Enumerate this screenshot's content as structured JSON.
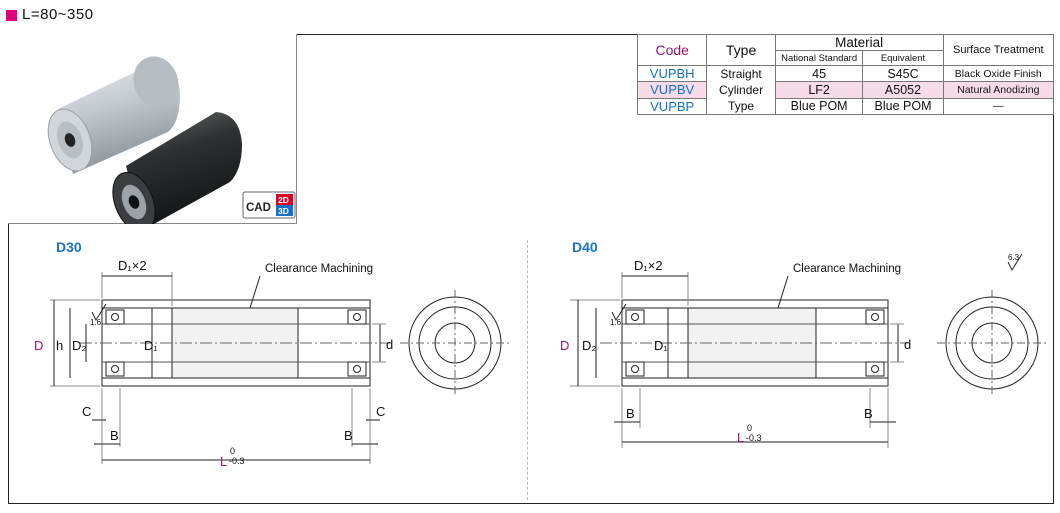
{
  "header": {
    "title": "L=80~350"
  },
  "cad_badge": {
    "cad": "CAD",
    "two_d": "2D",
    "three_d": "3D"
  },
  "table": {
    "headers": {
      "code": "Code",
      "type": "Type",
      "material": "Material",
      "national_standard": "National Standard",
      "equivalent": "Equivalent",
      "surface_treatment": "Surface Treatment"
    },
    "type_value_line1": "Straight",
    "type_value_line2": "Cylinder Type",
    "rows": [
      {
        "code": "VUPBH",
        "national": "45",
        "equivalent": "S45C",
        "surface": "Black Oxide Finish"
      },
      {
        "code": "VUPBV",
        "national": "LF2",
        "equivalent": "A5052",
        "surface": "Natural Anodizing"
      },
      {
        "code": "VUPBP",
        "national": "Blue POM",
        "equivalent": "Blue POM",
        "surface": "—"
      }
    ]
  },
  "drawing_d30": {
    "label": "D30",
    "d1x2": "D₁×2",
    "clearance": "Clearance Machining",
    "roughness": "1.6",
    "D": "D",
    "h": "h",
    "D2": "D₂",
    "D1": "D₁",
    "d": "d",
    "C": "C",
    "B": "B",
    "L": "L",
    "tol_upper": "0",
    "tol_lower": "-0.3"
  },
  "drawing_d40": {
    "label": "D40",
    "d1x2": "D₁×2",
    "clearance": "Clearance Machining",
    "roughness": "1.6",
    "roughness_general": "6.3",
    "D": "D",
    "D2": "D₂",
    "D1": "D₁",
    "d": "d",
    "B": "B",
    "L": "L",
    "tol_upper": "0",
    "tol_lower": "-0.3"
  },
  "colors": {
    "accent_pink": "#e0007a",
    "code_blue": "#1472c6",
    "label_magenta": "#a0166e"
  }
}
